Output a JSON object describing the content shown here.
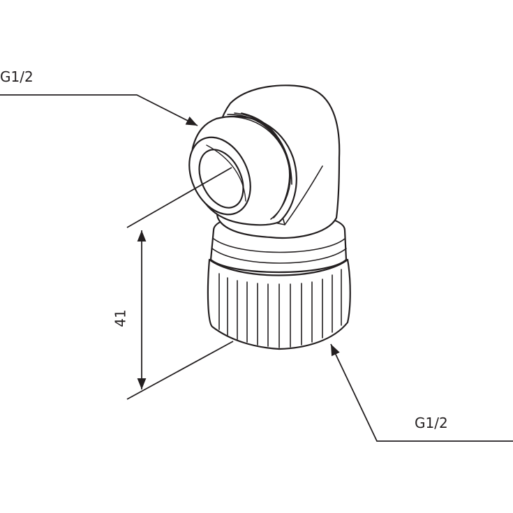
{
  "drawing": {
    "callout_top": "G1/2",
    "callout_bottom": "G1/2",
    "dimension_height": "41"
  },
  "colors": {
    "line": "#231f20",
    "fill": "#ffffff"
  }
}
